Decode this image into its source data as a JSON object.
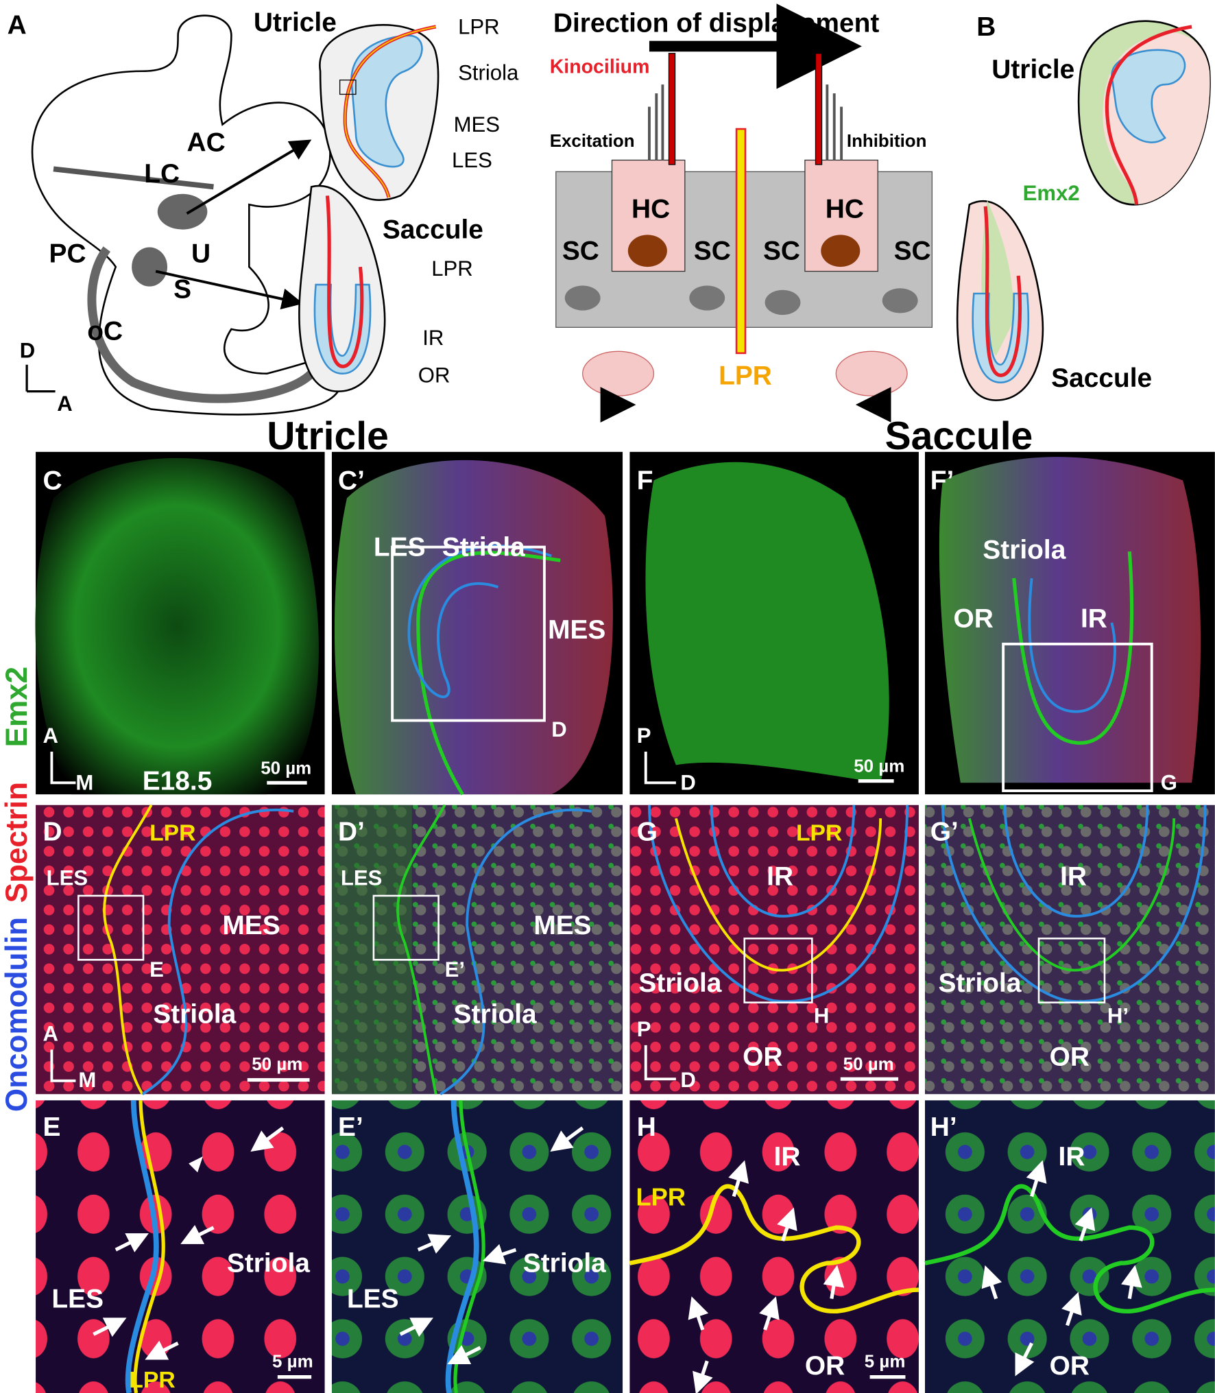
{
  "panel_a": {
    "letter": "A",
    "inner_ear": {
      "LC": "LC",
      "AC": "AC",
      "PC": "PC",
      "U": "U",
      "S": "S",
      "oC": "oC",
      "axis_d": "D",
      "axis_a": "A"
    },
    "utricle": {
      "title": "Utricle",
      "LPR": "LPR",
      "Striola": "Striola",
      "MES": "MES",
      "LES": "LES"
    },
    "saccule": {
      "title": "Saccule",
      "LPR": "LPR",
      "IR": "IR",
      "OR": "OR"
    }
  },
  "displacement": {
    "title": "Direction of displacement",
    "kinocilium": "Kinocilium",
    "excitation": "Excitation",
    "inhibition": "Inhibition",
    "hc": "HC",
    "sc": "SC",
    "lpr": "LPR"
  },
  "panel_b": {
    "letter": "B",
    "utricle": "Utricle",
    "emx2": "Emx2",
    "saccule": "Saccule"
  },
  "section_titles": {
    "utricle": "Utricle",
    "saccule": "Saccule"
  },
  "stains": {
    "emx2": "Emx2",
    "spectrin": "Spectrin",
    "oncomodulin": "Oncomodulin"
  },
  "panels": {
    "C": {
      "letter": "C",
      "axis_a": "A",
      "axis_m": "M",
      "stage": "E18.5",
      "scale": "50 µm"
    },
    "C2": {
      "letter": "C’",
      "LES": "LES",
      "Striola": "Striola",
      "MES": "MES",
      "box": "D"
    },
    "F": {
      "letter": "F",
      "axis_p": "P",
      "axis_d": "D",
      "scale": "50 µm"
    },
    "F2": {
      "letter": "F’",
      "Striola": "Striola",
      "OR": "OR",
      "IR": "IR",
      "box": "G"
    },
    "D": {
      "letter": "D",
      "LPR": "LPR",
      "LES": "LES",
      "MES": "MES",
      "box": "E",
      "Striola": "Striola",
      "axis_a": "A",
      "axis_m": "M",
      "scale": "50 µm"
    },
    "D2": {
      "letter": "D’",
      "LES": "LES",
      "MES": "MES",
      "box": "E’",
      "Striola": "Striola"
    },
    "G": {
      "letter": "G",
      "LPR": "LPR",
      "IR": "IR",
      "Striola": "Striola",
      "box": "H",
      "OR": "OR",
      "axis_p": "P",
      "axis_d": "D",
      "scale": "50 µm"
    },
    "G2": {
      "letter": "G’",
      "IR": "IR",
      "Striola": "Striola",
      "box": "H’",
      "OR": "OR"
    },
    "E": {
      "letter": "E",
      "Striola": "Striola",
      "LES": "LES",
      "LPR": "LPR",
      "scale": "5 µm"
    },
    "E2": {
      "letter": "E’",
      "Striola": "Striola",
      "LES": "LES"
    },
    "H": {
      "letter": "H",
      "IR": "IR",
      "LPR": "LPR",
      "OR": "OR",
      "scale": "5 µm"
    },
    "H2": {
      "letter": "H’",
      "IR": "IR",
      "OR": "OR"
    }
  },
  "colors": {
    "emx2": "#2ea82e",
    "spectrin": "#e8202a",
    "oncomodulin": "#2a4ce0",
    "lpr": "#f5c400"
  }
}
